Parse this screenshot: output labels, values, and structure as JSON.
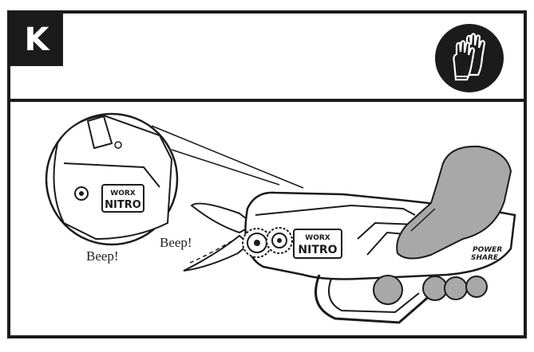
{
  "step": {
    "letter": "K"
  },
  "icons": {
    "safety": "gloves-icon",
    "hand": "hand-icon"
  },
  "product": {
    "brand": "WORX",
    "model": "NITRO",
    "battery_line_1": "POWER",
    "battery_line_2": "SHARE"
  },
  "callout": {
    "brand": "WORX",
    "model": "NITRO"
  },
  "sounds": {
    "beep_1": "Beep!",
    "beep_2": "Beep!"
  },
  "colors": {
    "ink": "#1b1b1b",
    "glove": "#a8a8a8",
    "paper": "#ffffff"
  }
}
